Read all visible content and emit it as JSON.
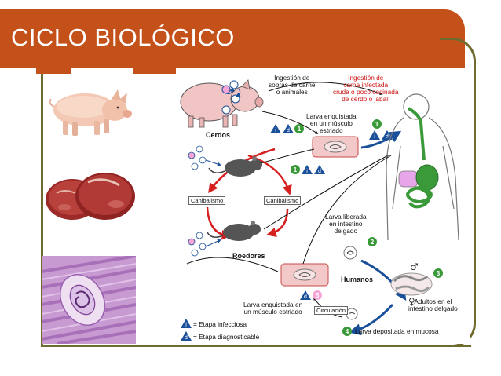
{
  "slide": {
    "title": "CICLO BIOLÓGICO",
    "colors": {
      "accent": "#c4511a",
      "frame": "#6f6a2e"
    }
  },
  "diagram": {
    "hosts": {
      "pigs": "Cerdos",
      "rodents": "Roedores",
      "humans": "Humanos"
    },
    "labels": {
      "ingestion_scraps": [
        "Ingestión de",
        "sobras de carne",
        "o animales"
      ],
      "ingestion_meat": [
        "Ingestión de",
        "carne infectada",
        "cruda o poco cocinada",
        "de cerdo o jabalí"
      ],
      "encysted_muscle_top": [
        "Larva enquistada",
        "en un músculo",
        "estriado"
      ],
      "cannibalism_left": "Canibalismo",
      "cannibalism_right": "Canibalismo",
      "larva_released": [
        "Larva liberada",
        "en intestino",
        "delgado"
      ],
      "encysted_muscle_bottom": [
        "Larva enquistada en",
        "un músculo estriado"
      ],
      "circulation": "Circulación",
      "adults": [
        "Adultos en el",
        "intestino delgado"
      ],
      "larva_deposited": "Larva depositada en mucosa",
      "stage_numbers": [
        "1",
        "2",
        "3",
        "4",
        "5"
      ]
    },
    "legend": [
      {
        "symbol": "i",
        "text": "= Etapa infecciosa"
      },
      {
        "symbol": "d",
        "text": "= Etapa diagnosticable"
      }
    ],
    "symbols": [
      "male-symbol",
      "female-symbol"
    ]
  }
}
